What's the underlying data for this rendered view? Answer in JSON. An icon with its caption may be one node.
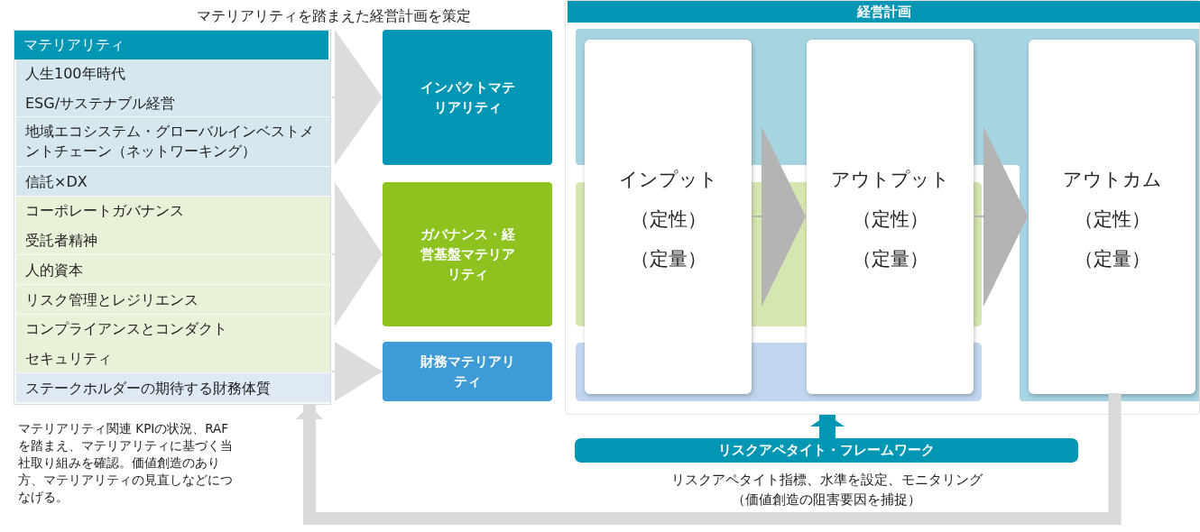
{
  "diagram": {
    "title": "マテリアリティを踏まえた経営計画を策定",
    "nodes": [
      {
        "text": [
          "マテリアリティ"
        ]
      },
      {
        "text": [
          "人生100年時代",
          "ESG/サステナブル経営"
        ],
        "in": 0
      },
      {
        "text": [
          "地域エコシステム・グローバルインベストメントチェーン（ネットワーキング）"
        ],
        "in": 0
      },
      {
        "text": [
          "信託×DX"
        ],
        "in": 0
      },
      {
        "text": [
          "コーポレートガバナンス",
          "受託者精神"
        ],
        "in": 0
      },
      {
        "text": [
          "人的資本"
        ],
        "in": 0
      },
      {
        "text": [
          "リスク管理とレジリエンス"
        ],
        "in": 0
      },
      {
        "text": [
          "コンプライアンスとコンダクト",
          "セキュリティ"
        ],
        "in": 0
      },
      {
        "text": [
          "ステークホルダーの期待する財務体質"
        ],
        "in": 0
      },
      {
        "text": [
          "インパクトマテリアリティ"
        ]
      },
      {
        "text": [
          "ガバナンス・経営基盤マテリアリティ"
        ]
      },
      {
        "text": [
          "財務マテリアリティ"
        ]
      },
      {
        "text": [
          "経営計画"
        ]
      },
      {
        "text": [
          "インプット",
          "（定性）",
          "（定量）"
        ],
        "in": 12
      },
      {
        "text": [
          "アウトプット",
          "（定性）",
          "（定量）"
        ],
        "in": 12
      },
      {
        "text": [
          "アウトカム",
          "（定性）",
          "（定量）"
        ],
        "in": 12
      },
      {
        "text": [
          "リスクアペタイト・フレームワーク"
        ],
        "beside": [
          "リスクアペタイト指標、水準を設定、モニタリング（価値創造の阻害要因を捕捉）"
        ]
      }
    ],
    "edges": [
      {
        "from": 0,
        "to": 9,
        "arrow": "to",
        "color": "#dcdcdc"
      },
      {
        "from": 0,
        "to": 10,
        "arrow": "to",
        "color": "#dcdcdc"
      },
      {
        "from": 0,
        "to": 11,
        "arrow": "to",
        "color": "#dcdcdc"
      },
      {
        "from": 13,
        "to": 14,
        "arrow": "to",
        "color": "#b4b4b4"
      },
      {
        "from": 14,
        "to": 15,
        "arrow": "to",
        "color": "#b4b4b4"
      },
      {
        "from": 16,
        "to": 12,
        "arrow": "to",
        "style": "thick",
        "color": "#0096b4"
      },
      {
        "from": 15,
        "to": 0,
        "arrow": "to",
        "style": "thick",
        "color": "#d9d9d9"
      }
    ],
    "labels": [
      "マテリアリティ関連 KPIの状況、RAFを踏まえ、マテリアリティに基づく当社取り組みを確認。価値創造のあり方、マテリアリティの見直しなどにつなげる。"
    ]
  }
}
